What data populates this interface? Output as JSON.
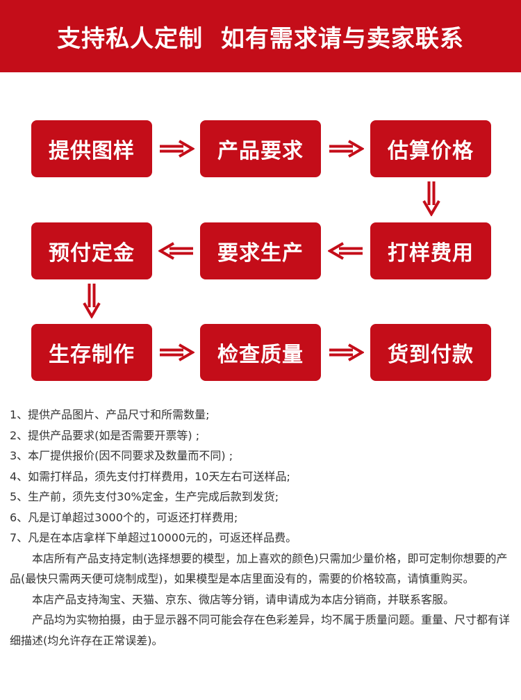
{
  "banner": {
    "title": "支持私人定制  如有需求请与卖家联系"
  },
  "flow": {
    "row1": [
      "提供图样",
      "产品要求",
      "估算价格"
    ],
    "row2": [
      "预付定金",
      "要求生产",
      "打样费用"
    ],
    "row3": [
      "生存制作",
      "检查质量",
      "货到付款"
    ],
    "accent_color": "#c40d19"
  },
  "notes": {
    "items": [
      "1、提供产品图片、产品尺寸和所需数量;",
      "2、提供产品要求(如是否需要开票等) ;",
      "3、本厂提供报价(因不同要求及数量而不同) ;",
      "4、如需打样品，须先支付打样费用，10天左右可送样品;",
      "5、生产前，须先支付30%定金，生产完成后款到发货;",
      "6、凡是订单超过3000个的，可返还打样费用;",
      "7、凡是在本店拿样下单超过10000元的，可返还样品费。"
    ],
    "paragraphs": [
      "本店所有产品支持定制(选择想要的模型，加上喜欢的颜色)只需加少量价格，即可定制你想要的产品(最快只需两天便可烧制成型)，如果模型是本店里面没有的，需要的价格较高，请慎重购买。",
      "本店产品支持淘宝、天猫、京东、微店等分销，请申请成为本店分销商，并联系客服。",
      "产品均为实物拍摄，由于显示器不同可能会存在色彩差异，均不属于质量问题。重量、尺寸都有详细描述(均允许存在正常误差)。"
    ]
  }
}
